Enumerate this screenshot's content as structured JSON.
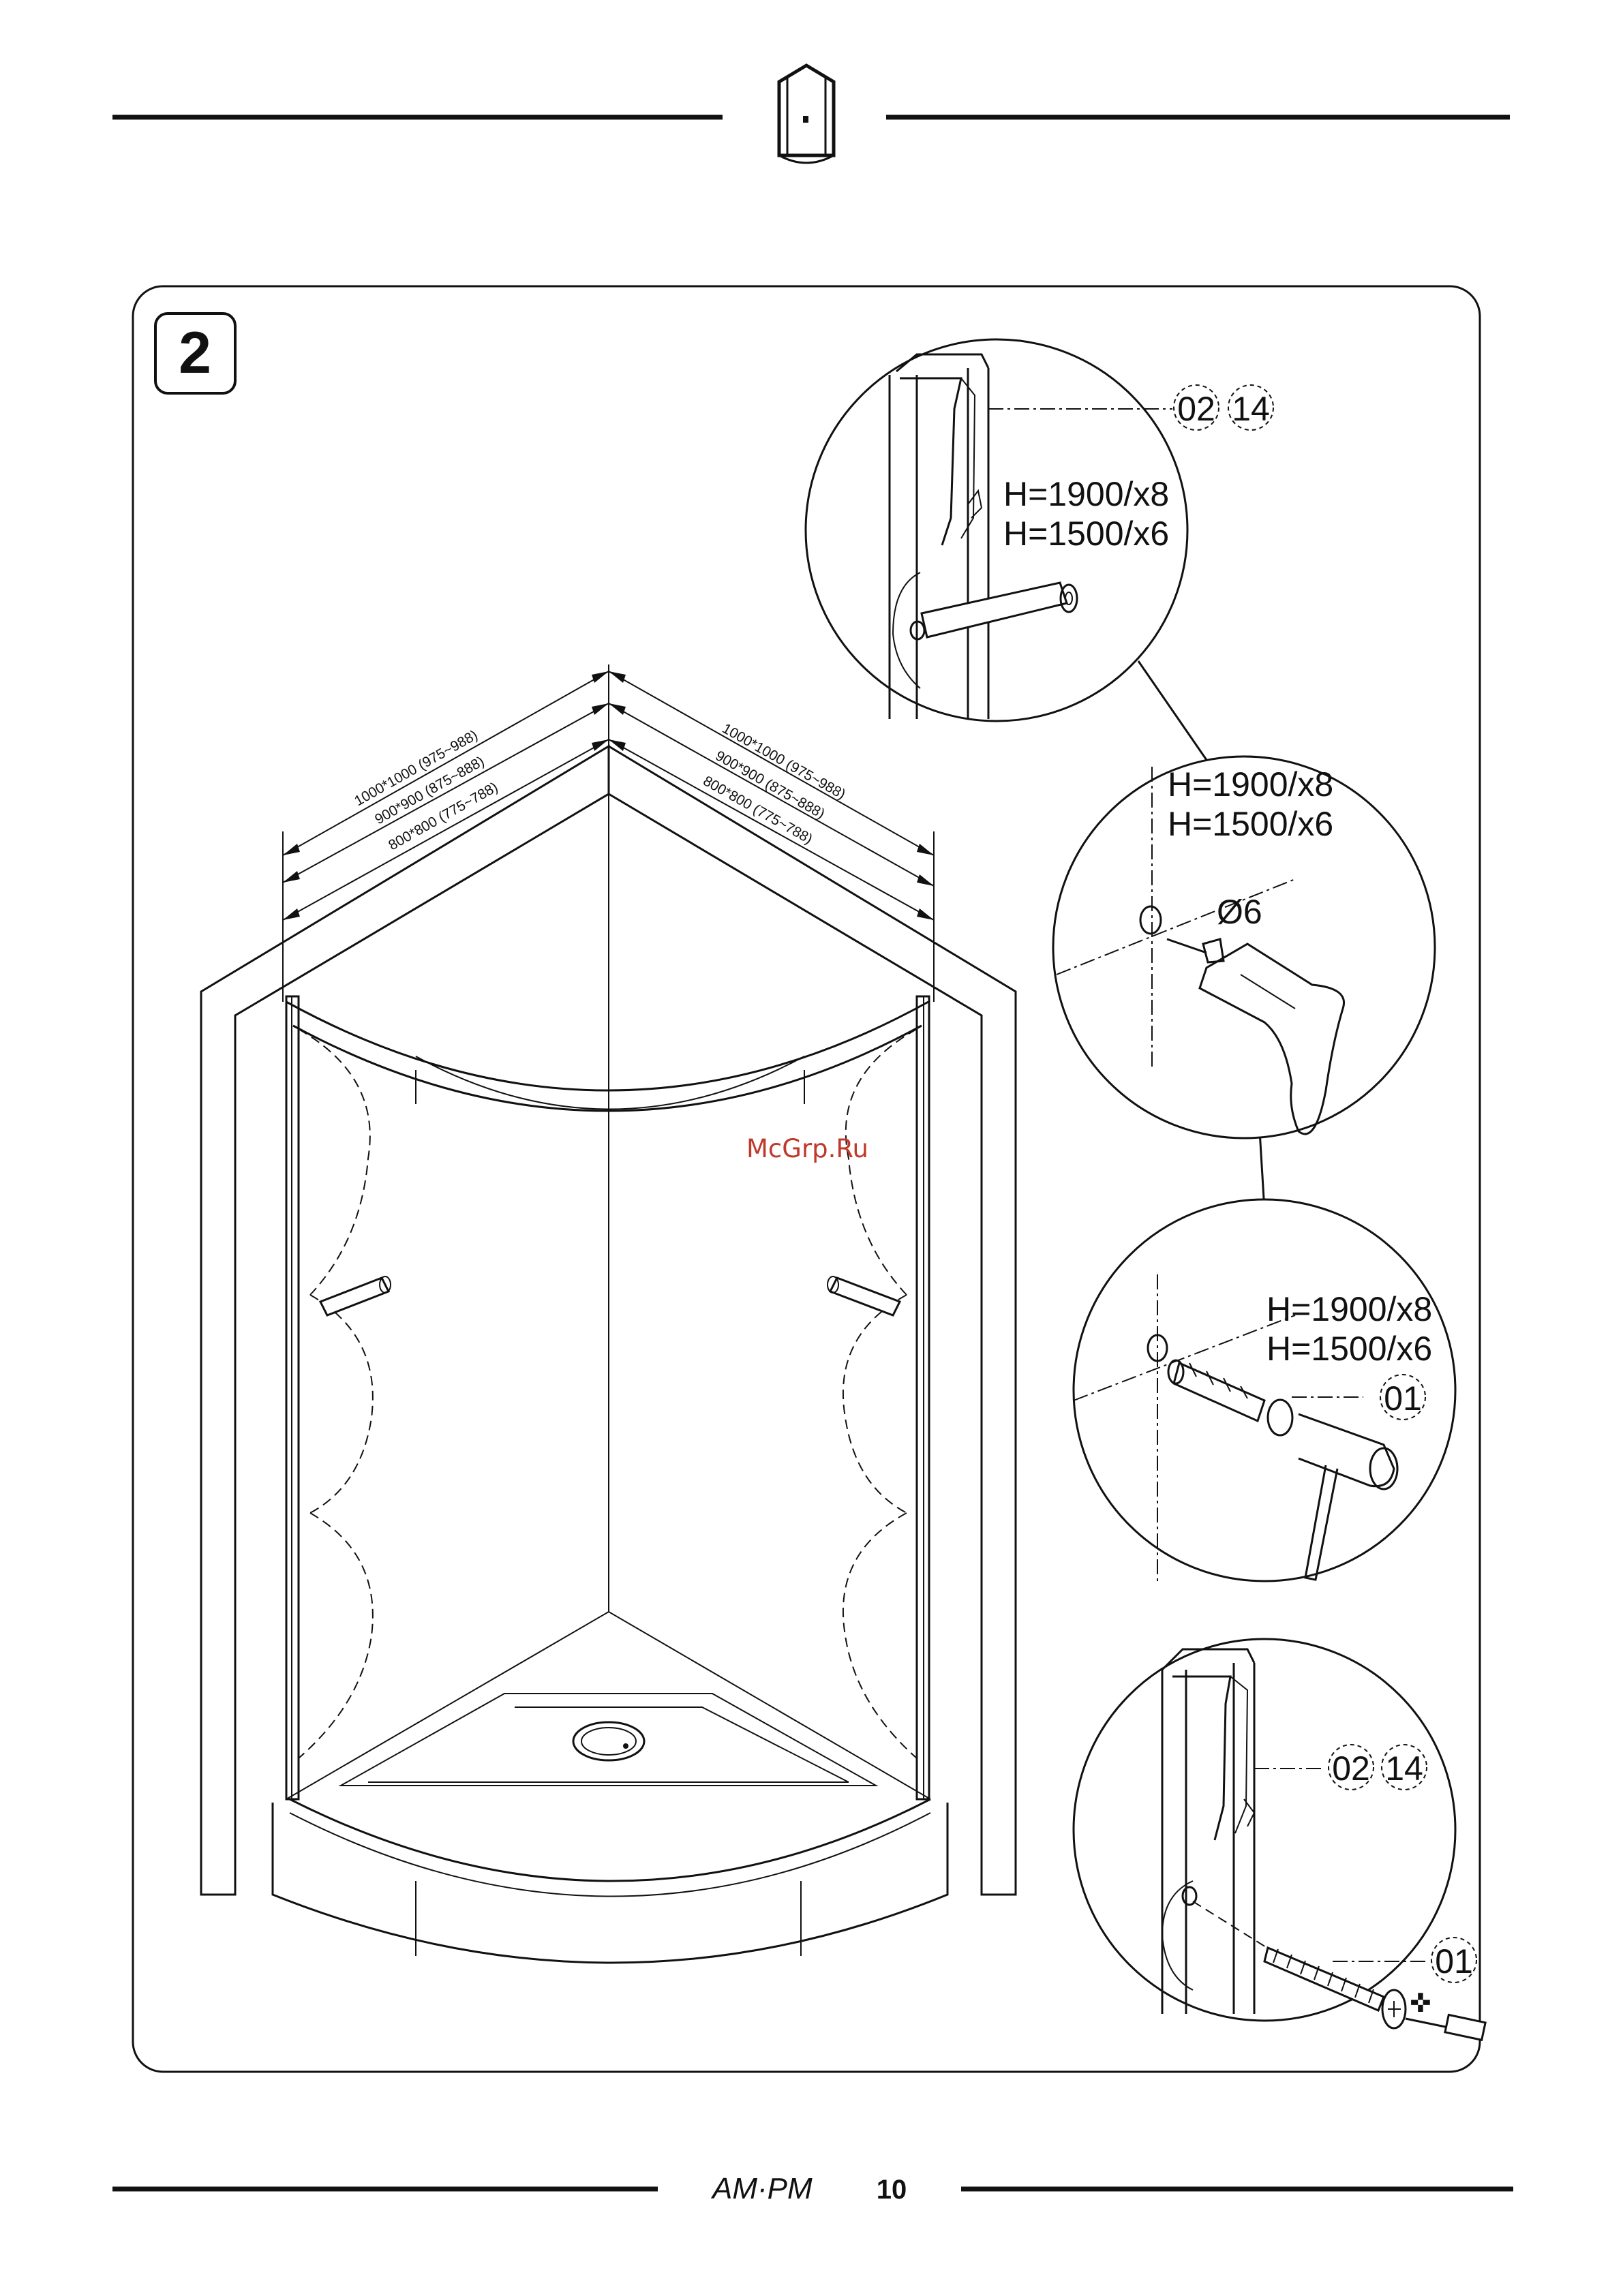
{
  "page_number": "10",
  "brand_logo_text": "AM·PM",
  "watermark": "McGrp.Ru",
  "step": {
    "number": "2"
  },
  "dimensions": {
    "left": [
      "1000*1000 (975~988)",
      "900*900 (875~888)",
      "800*800 (775~788)"
    ],
    "right": [
      "1000*1000 (975~988)",
      "900*900 (875~888)",
      "800*800 (775~788)"
    ]
  },
  "details": {
    "d1": {
      "part_a": "02",
      "part_b": "14",
      "height_1": "H=1900/x8",
      "height_2": "H=1500/x6"
    },
    "d2": {
      "height_1": "H=1900/x8",
      "height_2": "H=1500/x6",
      "drill": "Ø6"
    },
    "d3": {
      "height_1": "H=1900/x8",
      "height_2": "H=1500/x6",
      "part": "01"
    },
    "d4": {
      "part_a": "02",
      "part_b": "14",
      "part_c": "01"
    }
  }
}
